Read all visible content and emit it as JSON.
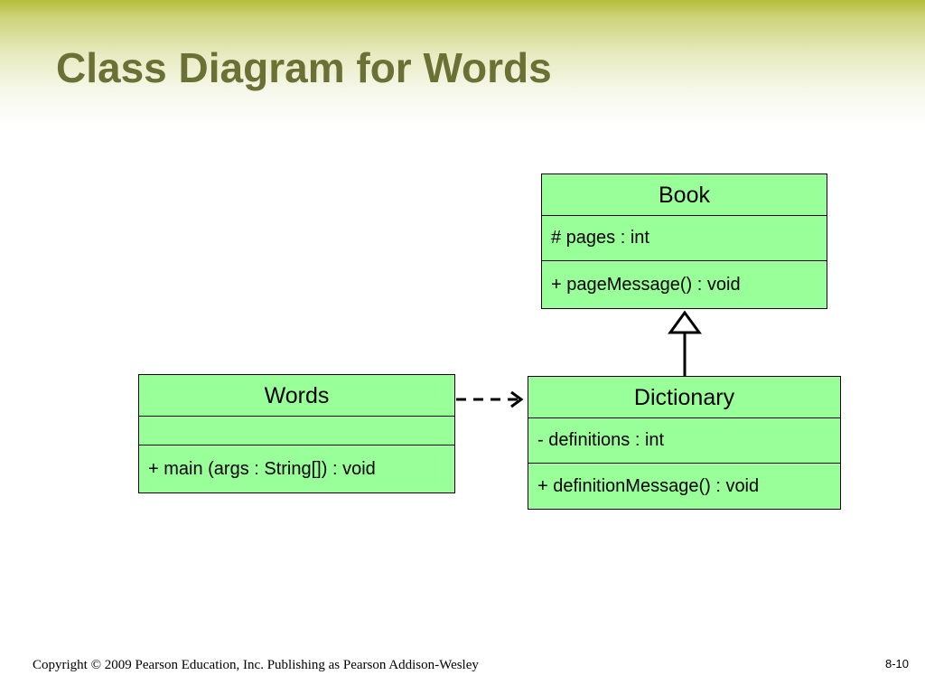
{
  "slide": {
    "title": "Class Diagram for Words",
    "footer": "Copyright © 2009 Pearson Education, Inc. Publishing as Pearson Addison-Wesley",
    "page_number": "8-10"
  },
  "classes": {
    "book": {
      "name": "Book",
      "attributes": "# pages : int",
      "operations": "+ pageMessage() : void"
    },
    "words": {
      "name": "Words",
      "attributes": "",
      "operations": "+ main (args : String[]) : void"
    },
    "dictionary": {
      "name": "Dictionary",
      "attributes": "- definitions : int",
      "operations": "+ definitionMessage() : void"
    }
  },
  "relationships": [
    {
      "type": "dependency",
      "from": "Words",
      "to": "Dictionary"
    },
    {
      "type": "generalization",
      "from": "Dictionary",
      "to": "Book"
    }
  ],
  "colors": {
    "class_fill": "#99ff99",
    "title": "#6b7034",
    "header_band": "#b5bd3a"
  }
}
